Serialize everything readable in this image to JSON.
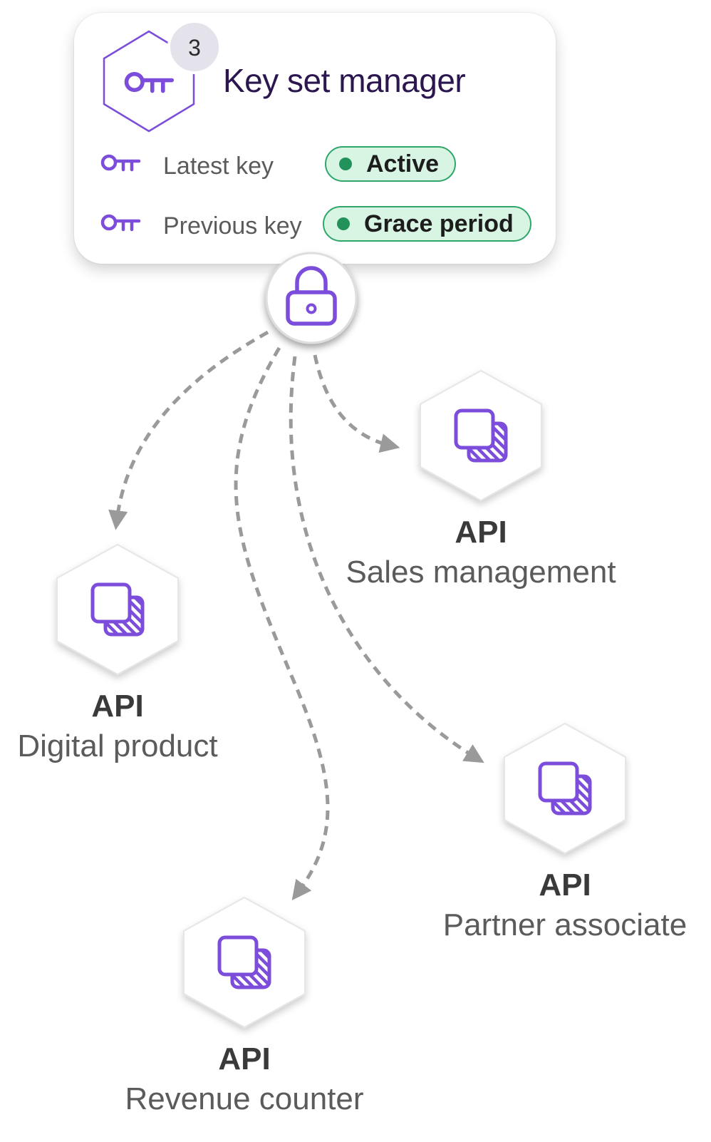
{
  "key_manager": {
    "title": "Key set manager",
    "count": "3",
    "keys": [
      {
        "label": "Latest key",
        "status": "Active"
      },
      {
        "label": "Previous key",
        "status": "Grace period"
      }
    ]
  },
  "apis": [
    {
      "kind": "API",
      "name": "Sales management"
    },
    {
      "kind": "API",
      "name": "Digital product"
    },
    {
      "kind": "API",
      "name": "Partner associate"
    },
    {
      "kind": "API",
      "name": "Revenue counter"
    }
  ],
  "colors": {
    "accent": "#7c4ddb",
    "title": "#2b1650",
    "status_border": "#2fa66a",
    "status_fill": "#d8f5e3",
    "status_dot": "#22925a",
    "connector": "#9a9a9a"
  },
  "icons": {
    "manager": "key-icon",
    "hub": "lock-icon",
    "api": "copy-icon"
  }
}
